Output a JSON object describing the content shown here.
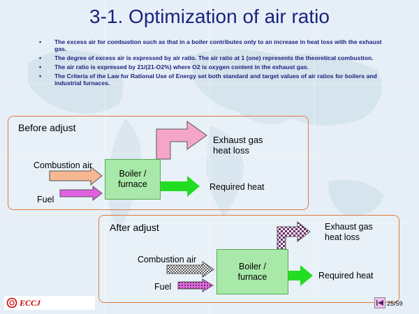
{
  "title": "3-1. Optimization of air ratio",
  "bullets": [
    "The excess air for combustion such as that in a boiler contributes only to an increase in heat loss with the exhaust gas.",
    "The degree of excess air is expressed by air ratio. The air ratio at 1 (one) represents the theoretical combustion.",
    "The air ratio is expressed by 21/(21-O2%) where O2 is oxygen content in the exhaust gas.",
    "The Criteria of the Law for Rational Use of Energy set both standard and target values of air ratios for boilers and industrial furnaces."
  ],
  "before": {
    "heading": "Before adjust",
    "exhaust_line1": "Exhaust gas",
    "exhaust_line2": "heat loss",
    "combustion_air": "Combustion air",
    "fuel": "Fuel",
    "box_line1": "Boiler /",
    "box_line2": "furnace",
    "required_heat": "Required heat"
  },
  "after": {
    "heading": "After adjust",
    "exhaust_line1": "Exhaust gas",
    "exhaust_line2": "heat loss",
    "combustion_air": "Combustion air",
    "fuel": "Fuel",
    "box_line1": "Boiler /",
    "box_line2": "furnace",
    "required_heat": "Required heat"
  },
  "footer": {
    "logo_text": "ECCJ",
    "page": "25/59"
  },
  "colors": {
    "title": "#1a237e",
    "panel_border": "#e07a3c",
    "box_fill": "#a8e8a8",
    "exhaust_arrow": "#f4a6c8",
    "air_arrow": "#f5b893",
    "fuel_arrow": "#e060e0",
    "heat_arrow": "#22dd22"
  }
}
